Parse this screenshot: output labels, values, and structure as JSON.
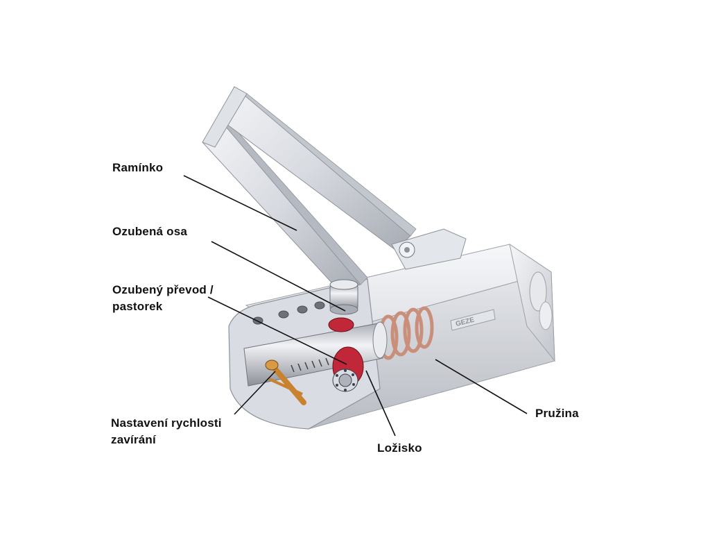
{
  "labels": {
    "ramin": "Ramínko",
    "osa": "Ozubená osa",
    "prevod_line1": "Ozubený převod /",
    "prevod_line2": "pastorek",
    "rychlost_line1": "Nastavení rychlosti",
    "rychlost_line2": "zavírání",
    "lozisko": "Ložisko",
    "pruzina": "Pružina"
  },
  "device": {
    "brand_plate": "GEZE"
  },
  "colors": {
    "metal_light": "#eef0f4",
    "metal_mid": "#c9ccd3",
    "metal_dark": "#8e929b",
    "spring": "#c98f7a",
    "gear_red": "#c0283a",
    "adjuster": "#c9822e",
    "leader": "#111111"
  }
}
